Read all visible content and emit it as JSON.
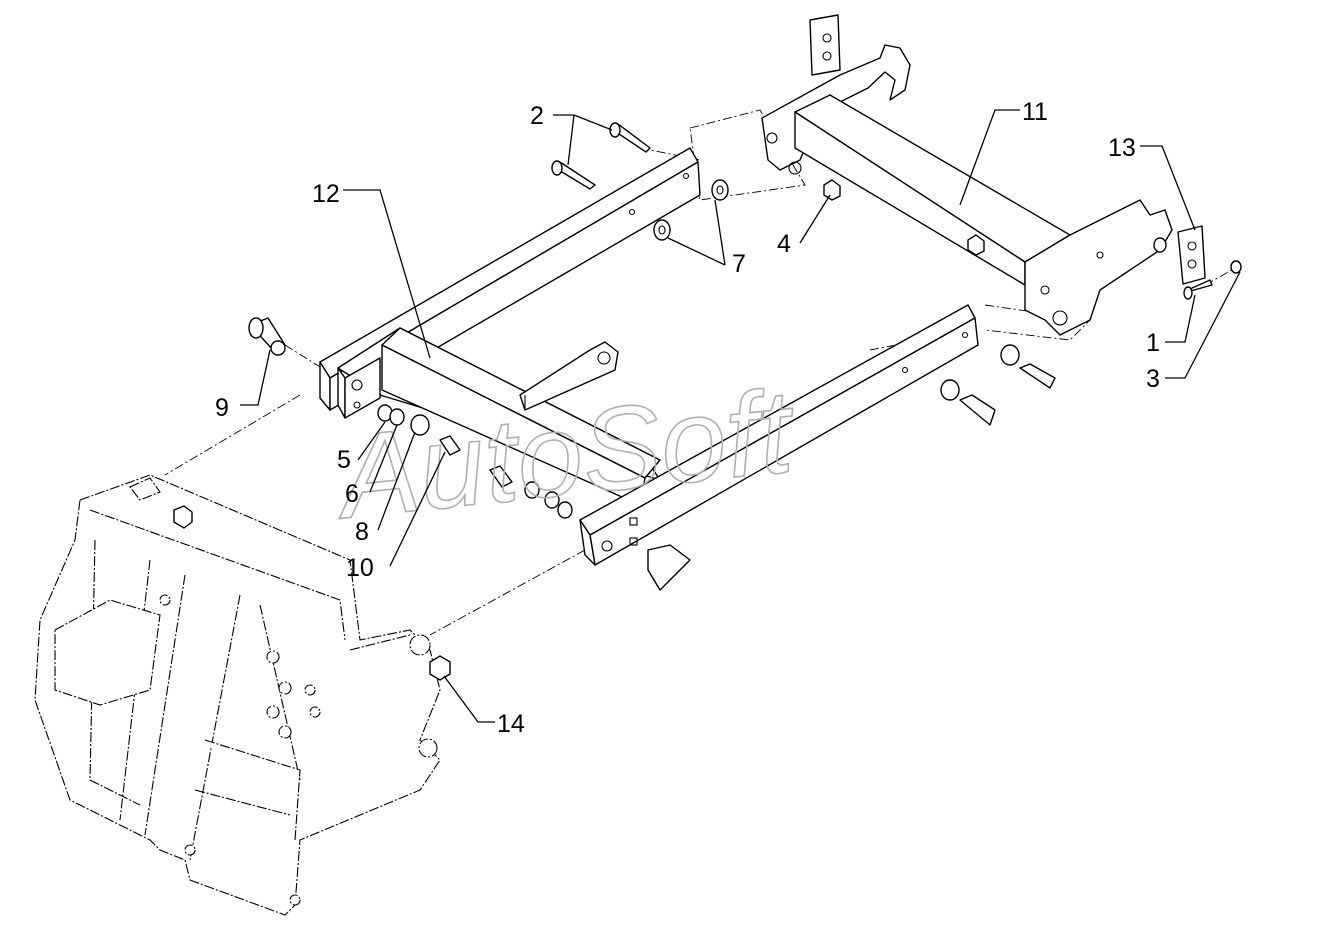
{
  "watermark": "AutoSoft",
  "callouts": [
    {
      "id": "1",
      "text": "1"
    },
    {
      "id": "2",
      "text": "2"
    },
    {
      "id": "3",
      "text": "3"
    },
    {
      "id": "4",
      "text": "4"
    },
    {
      "id": "5",
      "text": "5"
    },
    {
      "id": "6",
      "text": "6"
    },
    {
      "id": "7",
      "text": "7"
    },
    {
      "id": "8",
      "text": "8"
    },
    {
      "id": "9",
      "text": "9"
    },
    {
      "id": "10",
      "text": "10"
    },
    {
      "id": "11",
      "text": "11"
    },
    {
      "id": "12",
      "text": "12"
    },
    {
      "id": "13",
      "text": "13"
    },
    {
      "id": "14",
      "text": "14"
    }
  ]
}
